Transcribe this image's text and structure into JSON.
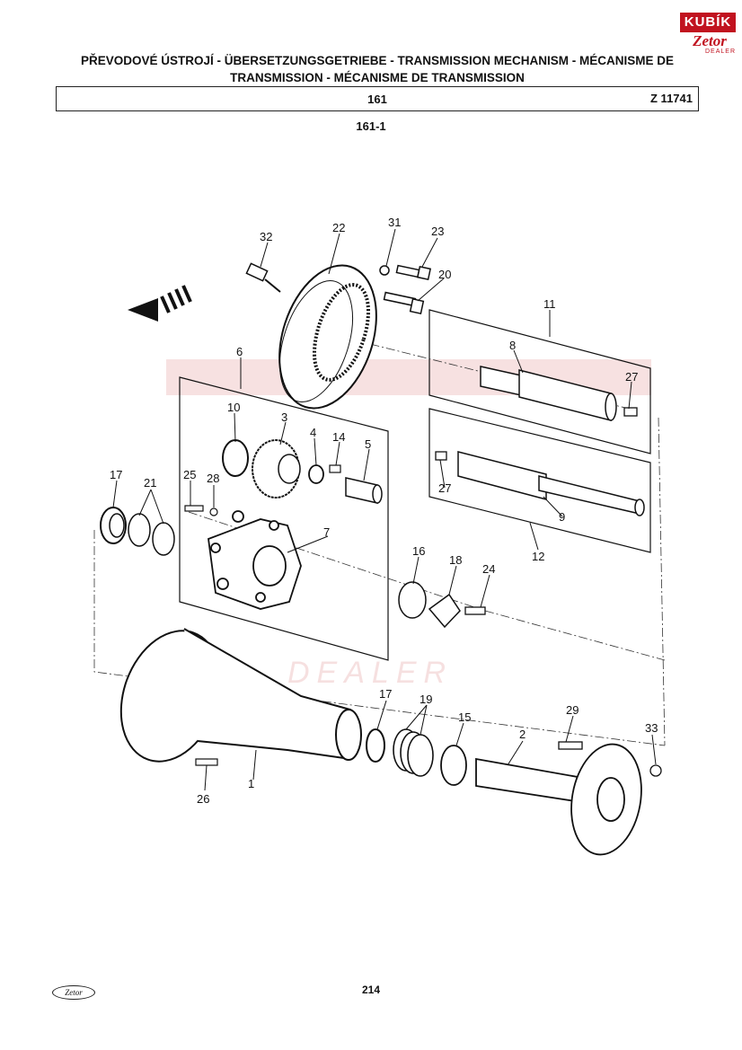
{
  "logo": {
    "brand": "KUBÍK",
    "sub_brand": "Zetor",
    "sub_label": "DEALER",
    "color": "#c1121f"
  },
  "header": {
    "title": "PŘEVODOVÉ ÚSTROJÍ - ÜBERSETZUNGSGETRIEBE - TRANSMISSION MECHANISM - MÉCANISME DE TRANSMISSION - MÉCANISME DE TRANSMISSION",
    "group_number": "161",
    "drawing_code": "Z 11741",
    "subgroup": "161-1"
  },
  "parts": {
    "p1": "1",
    "p2": "2",
    "p3": "3",
    "p4": "4",
    "p5": "5",
    "p6": "6",
    "p7": "7",
    "p8": "8",
    "p9": "9",
    "p10": "10",
    "p11": "11",
    "p12": "12",
    "p14": "14",
    "p15": "15",
    "p16": "16",
    "p17a": "17",
    "p17b": "17",
    "p18": "18",
    "p19": "19",
    "p20": "20",
    "p21": "21",
    "p22": "22",
    "p23": "23",
    "p24": "24",
    "p25": "25",
    "p26": "26",
    "p27a": "27",
    "p27b": "27",
    "p28": "28",
    "p29": "29",
    "p31": "31",
    "p32": "32",
    "p33": "33"
  },
  "watermark": {
    "text": "DEALER",
    "color": "#e8a9a9"
  },
  "footer": {
    "logo_text": "Zetor",
    "page_number": "214"
  }
}
